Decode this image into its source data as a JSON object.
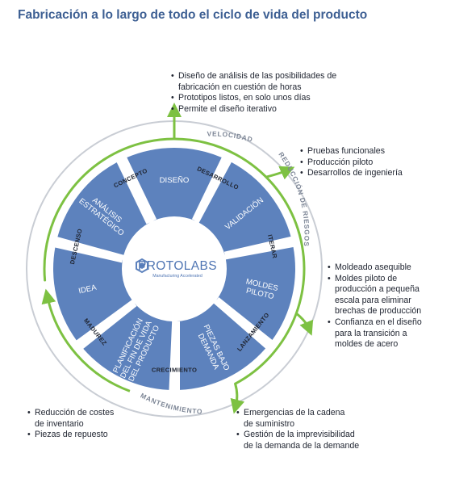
{
  "title": "Fabricación a lo largo de todo el ciclo de vida del producto",
  "logo": {
    "name": "PROTOLABS",
    "tagline": "Manufacturing Accelerated"
  },
  "colors": {
    "segment_blue": "#5d82bd",
    "arrow_green": "#7dc142",
    "title_blue": "#3d5f93",
    "outer_ring": "#c9cdd4"
  },
  "segments": [
    {
      "lines": [
        "DISEÑO"
      ]
    },
    {
      "lines": [
        "VALIDACIÓN"
      ]
    },
    {
      "lines": [
        "MOLDES",
        "PILOTO"
      ]
    },
    {
      "lines": [
        "PIEZAS BAJO",
        "DEMANDA"
      ]
    },
    {
      "lines": [
        "PLANIFICACIÓN",
        "DEL FIN DE VIDA",
        "DEL PRODUCTO"
      ]
    },
    {
      "lines": [
        "IDEA"
      ]
    },
    {
      "lines": [
        "ANÁLISIS",
        "ESTRATÉGICO"
      ]
    }
  ],
  "phases": [
    "DESARROLLO",
    "ITERAR",
    "LANZAMIENTO",
    "CRECIMIENTO",
    "MADUREZ",
    "DESCENSO",
    "CONCEPTO"
  ],
  "outer_labels": [
    "VELOCIDAD",
    "REDUCCIÓN DE RIESGOS",
    "MANTENIMIENTO"
  ],
  "notes": {
    "top": [
      {
        "lines": [
          "Diseño de análisis de las posibilidades de",
          "fabricación en cuestión de horas"
        ]
      },
      {
        "lines": [
          "Prototipos listos, en solo unos días"
        ]
      },
      {
        "lines": [
          "Permite el diseño iterativo"
        ]
      }
    ],
    "top_right": [
      {
        "lines": [
          "Pruebas funcionales"
        ]
      },
      {
        "lines": [
          "Producción piloto"
        ]
      },
      {
        "lines": [
          "Desarrollos de ingeniería"
        ]
      }
    ],
    "right": [
      {
        "lines": [
          "Moldeado asequible"
        ]
      },
      {
        "lines": [
          "Moldes piloto de",
          "producción a pequeña",
          "escala para eliminar",
          "brechas de producción"
        ]
      },
      {
        "lines": [
          "Confianza en el diseño",
          "para la transición a",
          "moldes de acero"
        ]
      }
    ],
    "bottom_right": [
      {
        "lines": [
          "Emergencias de la cadena",
          "de suministro"
        ]
      },
      {
        "lines": [
          "Gestión de la imprevisibilidad",
          "de la demanda de la demande"
        ]
      }
    ],
    "bottom_left": [
      {
        "lines": [
          "Reducción de costes",
          "de inventario"
        ]
      },
      {
        "lines": [
          "Piezas de repuesto"
        ]
      }
    ]
  }
}
